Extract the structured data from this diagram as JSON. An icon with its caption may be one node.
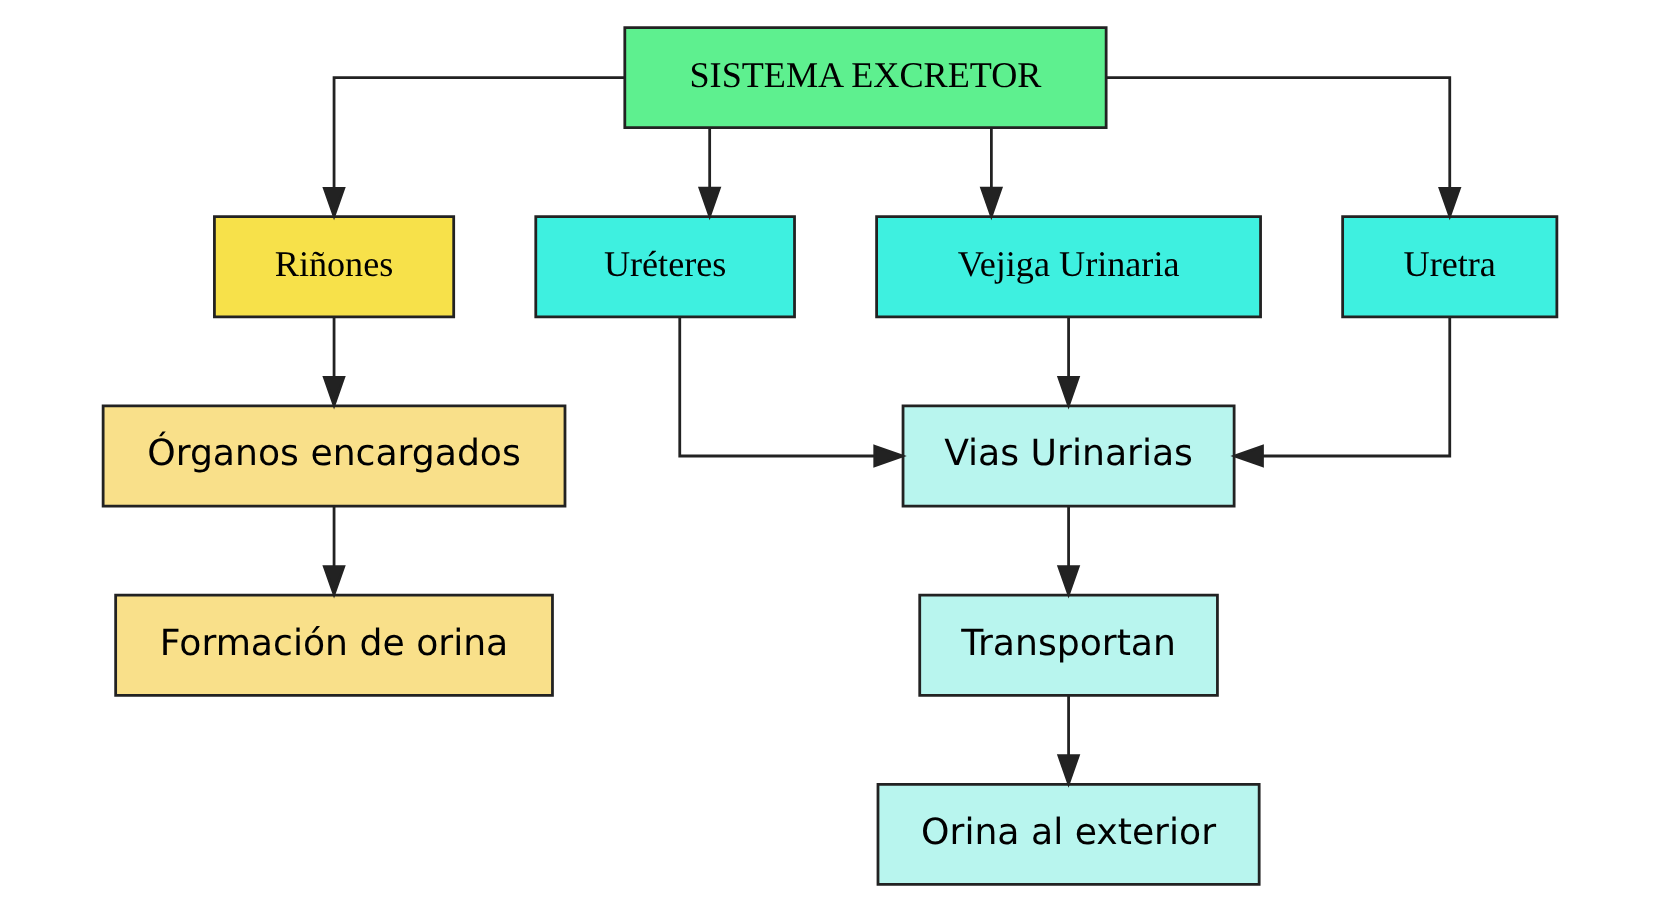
{
  "diagram": {
    "nodes": [
      {
        "text": [
          "SISTEMA EXCRETOR"
        ]
      },
      {
        "text": [
          "Riñones"
        ]
      },
      {
        "text": [
          "Uréteres"
        ]
      },
      {
        "text": [
          "Vejiga Urinaria"
        ]
      },
      {
        "text": [
          "Uretra"
        ]
      },
      {
        "text": [
          "Órganos encargados"
        ]
      },
      {
        "text": [
          "Formación de orina"
        ]
      },
      {
        "text": [
          "Vias Urinarias"
        ]
      },
      {
        "text": [
          "Transportan"
        ]
      },
      {
        "text": [
          "Orina al exterior"
        ]
      }
    ],
    "edges": [
      {
        "from": 0,
        "to": 1,
        "arrow": "to"
      },
      {
        "from": 0,
        "to": 2,
        "arrow": "to"
      },
      {
        "from": 0,
        "to": 3,
        "arrow": "to"
      },
      {
        "from": 0,
        "to": 4,
        "arrow": "to"
      },
      {
        "from": 1,
        "to": 5,
        "arrow": "to"
      },
      {
        "from": 5,
        "to": 6,
        "arrow": "to"
      },
      {
        "from": 2,
        "to": 7,
        "arrow": "to"
      },
      {
        "from": 3,
        "to": 7,
        "arrow": "to"
      },
      {
        "from": 4,
        "to": 7,
        "arrow": "to"
      },
      {
        "from": 7,
        "to": 8,
        "arrow": "to"
      },
      {
        "from": 8,
        "to": 9,
        "arrow": "to"
      }
    ]
  }
}
